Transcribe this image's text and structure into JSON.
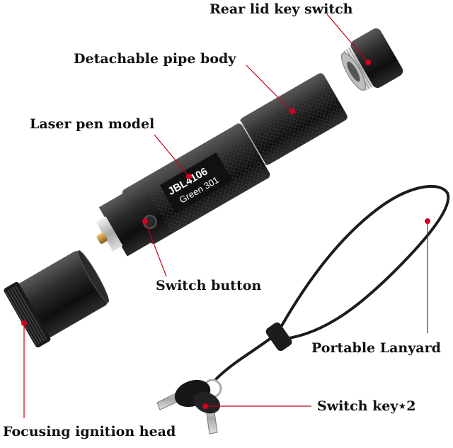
{
  "labels": {
    "rear_lid_key_switch": "Rear lid key switch",
    "detachable_pipe_body": "Detachable pipe body",
    "laser_pen_model": "Laser pen model",
    "switch_button": "Switch button",
    "portable_lanyard": "Portable Lanyard",
    "switch_key": "Switch key⋆2",
    "focusing_ignition_head": "Focusing ignition head"
  },
  "engraving": {
    "model": "JBL4106",
    "variant": "Green 301"
  },
  "colors": {
    "callout_line": "#c4001a",
    "callout_dot": "#d4001f",
    "metal_dark": "#1a1a1a",
    "metal_mid": "#3a3a3a",
    "thread_silver": "#c8c8c8",
    "brass_tip": "#c89a3a",
    "lanyard": "#1c1c1c"
  }
}
